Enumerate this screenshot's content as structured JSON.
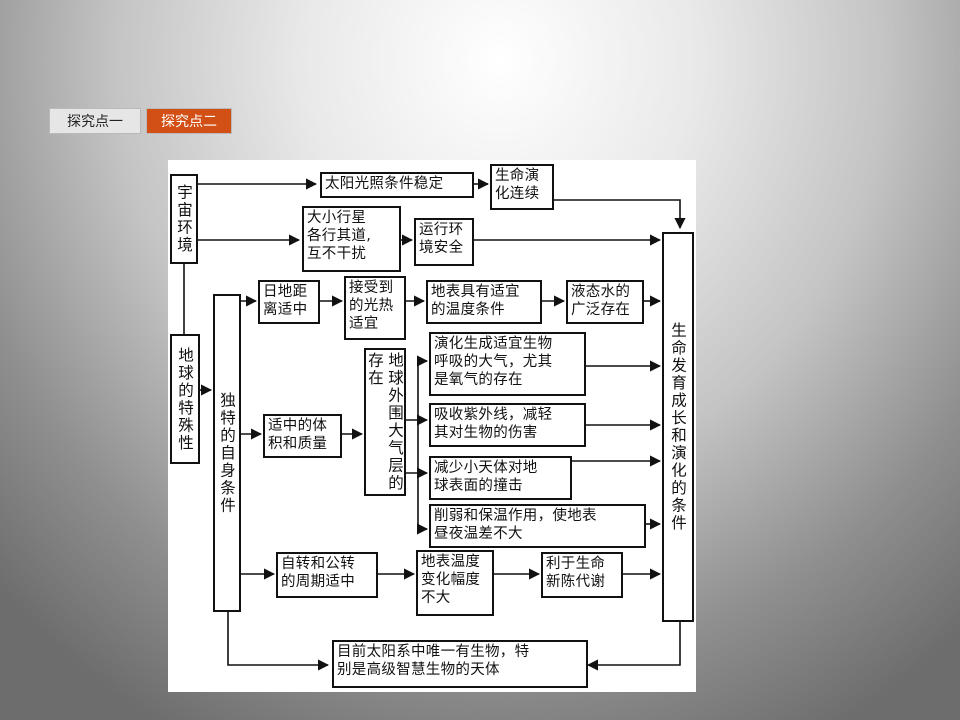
{
  "tabs": [
    {
      "label": "探究点一",
      "active": false
    },
    {
      "label": "探究点二",
      "active": true
    }
  ],
  "colors": {
    "active_tab": "#d24f16",
    "inactive_tab": "#e6e6e6"
  },
  "diagram": {
    "nodes": {
      "universe_env": "宇宙环境",
      "sun_stable": "太阳光照条件稳定",
      "life_continuous": "生命演\n化连续",
      "planets_orbit": "大小行星\n各行其道,\n互不干扰",
      "orbit_safe": "运行环\n境安全",
      "earth_special": "地球的特殊性",
      "unique_conditions": "独特的自身条件",
      "sun_distance": "日地距\n离适中",
      "receive_heat": "接受到\n的光热\n适宜",
      "suitable_temp": "地表具有适宜\n的温度条件",
      "liquid_water": "液态水的\n广泛存在",
      "volume_mass": "适中的体\n积和质量",
      "atmosphere": "地球外围大气层的存在",
      "evolve_air": "演化生成适宜生物\n呼吸的大气，尤其\n是氧气的存在",
      "absorb_uv": "吸收紫外线，减轻\n其对生物的伤害",
      "reduce_impact": "减少小天体对地\n球表面的撞击",
      "weaken_insulate": "削弱和保温作用，使地表\n昼夜温差不大",
      "rotation_period": "自转和公转\n的周期适中",
      "temp_change": "地表温度\n变化幅度\n不大",
      "metabolism": "利于生命\n新陈代谢",
      "life_conditions": "生命发育成长和演化的条件",
      "only_life": "目前太阳系中唯一有生物，特\n别是高级智慧生物的天体"
    }
  }
}
